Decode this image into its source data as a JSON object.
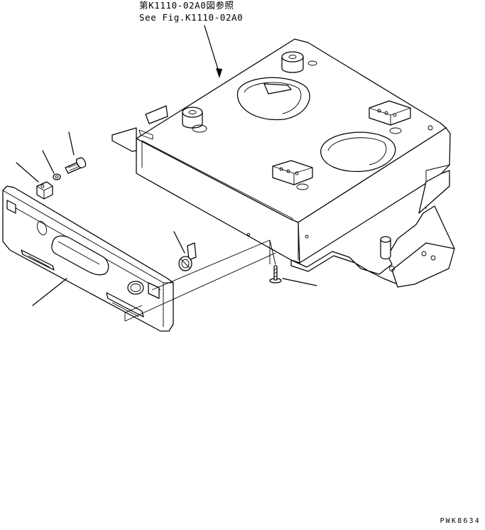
{
  "reference": {
    "japanese": "第K1110-02A0図参照",
    "english": "See Fig.K1110-02A0"
  },
  "drawing_code": "PWK8634",
  "parts": [
    {
      "name": "seat-base-frame",
      "has_callout": false
    },
    {
      "name": "front-cover",
      "has_callout": true
    },
    {
      "name": "clip",
      "has_callout": true
    },
    {
      "name": "washer",
      "has_callout": true
    },
    {
      "name": "bolt",
      "has_callout": true
    },
    {
      "name": "grommet-latch",
      "has_callout": true
    },
    {
      "name": "screw",
      "has_callout": true
    }
  ]
}
